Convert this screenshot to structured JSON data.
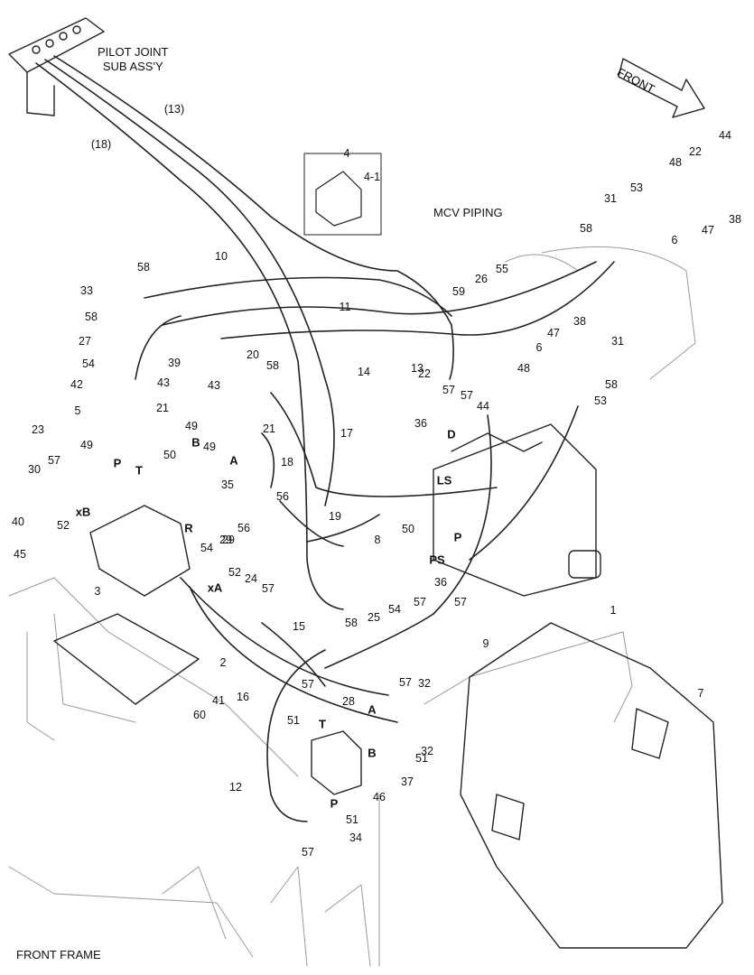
{
  "titles": {
    "pilot_joint": "PILOT JOINT\nSUB ASS'Y",
    "pilot_joint_l1": "PILOT JOINT",
    "pilot_joint_l2": "SUB ASS'Y",
    "mcv_piping": "MCV PIPING",
    "front_frame": "FRONT FRAME",
    "front_arrow": "FRONT"
  },
  "ports": [
    "P",
    "T",
    "B",
    "A",
    "xB",
    "xA",
    "R",
    "D",
    "LS",
    "P",
    "PS",
    "A",
    "B",
    "T",
    "P"
  ],
  "part_labels": [
    "(13)",
    "(18)",
    "4",
    "4-1",
    "10",
    "11",
    "14",
    "17",
    "18",
    "19",
    "20",
    "21",
    "21",
    "22",
    "22",
    "23",
    "24",
    "25",
    "26",
    "27",
    "28",
    "29",
    "30",
    "31",
    "31",
    "32",
    "32",
    "33",
    "34",
    "35",
    "36",
    "36",
    "37",
    "38",
    "38",
    "39",
    "40",
    "41",
    "42",
    "43",
    "43",
    "44",
    "44",
    "45",
    "46",
    "47",
    "47",
    "48",
    "48",
    "49",
    "49",
    "49",
    "50",
    "50",
    "51",
    "51",
    "51",
    "52",
    "52",
    "53",
    "53",
    "54",
    "54",
    "54",
    "55",
    "56",
    "56",
    "57",
    "57",
    "57",
    "57",
    "57",
    "57",
    "57",
    "57",
    "57",
    "58",
    "58",
    "58",
    "58",
    "58",
    "58",
    "59",
    "60",
    "1",
    "2",
    "3",
    "5",
    "6",
    "6",
    "7",
    "8",
    "9",
    "12",
    "13",
    "15",
    "16",
    "29"
  ]
}
